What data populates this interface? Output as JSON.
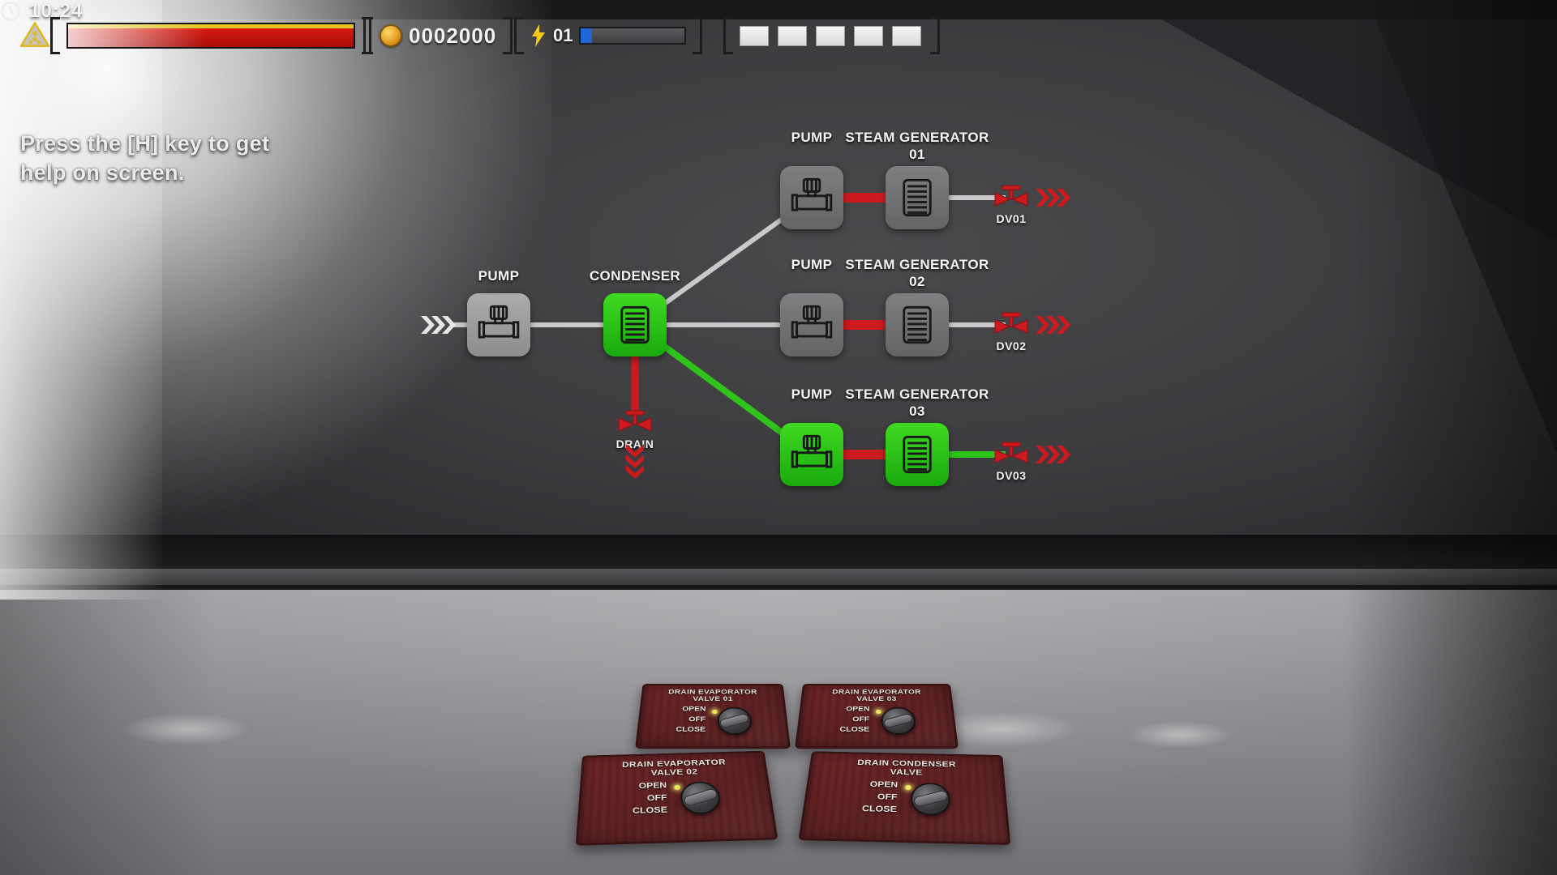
{
  "colors": {
    "green": "#2fc31b",
    "red": "#cd1a1f",
    "dark_red": "#8e1015",
    "line_gray": "#c9c9cb",
    "health_red": "#d81b10",
    "health_yellow": "#e3c420",
    "energy_blue": "#2166d6",
    "indicator_yellow": "#e8e85e",
    "panel_maroon": "#5e2123"
  },
  "hud": {
    "time": "10:24",
    "score": "0002000",
    "energy_count": "01",
    "inventory_slot_count": 5
  },
  "help": {
    "text": "Press the [H] key to get help on screen."
  },
  "schematic": {
    "inlet_pump": {
      "label": "PUMP"
    },
    "condenser": {
      "label": "CONDENSER"
    },
    "drain": {
      "label": "DRAIN"
    },
    "branches": [
      {
        "pump_label": "PUMP",
        "generator_label": "STEAM GENERATOR",
        "generator_number": "01",
        "valve_label": "DV01"
      },
      {
        "pump_label": "PUMP",
        "generator_label": "STEAM GENERATOR",
        "generator_number": "02",
        "valve_label": "DV02"
      },
      {
        "pump_label": "PUMP",
        "generator_label": "STEAM GENERATOR",
        "generator_number": "03",
        "valve_label": "DV03"
      }
    ]
  },
  "panels": [
    {
      "title": "DRAIN EVAPORATOR",
      "subtitle": "VALVE 01",
      "options": [
        "OPEN",
        "OFF",
        "CLOSE"
      ]
    },
    {
      "title": "DRAIN EVAPORATOR",
      "subtitle": "VALVE 03",
      "options": [
        "OPEN",
        "OFF",
        "CLOSE"
      ]
    },
    {
      "title": "DRAIN EVAPORATOR",
      "subtitle": "VALVE 02",
      "options": [
        "OPEN",
        "OFF",
        "CLOSE"
      ]
    },
    {
      "title": "DRAIN CONDENSER",
      "subtitle": "VALVE",
      "options": [
        "OPEN",
        "OFF",
        "CLOSE"
      ]
    }
  ]
}
